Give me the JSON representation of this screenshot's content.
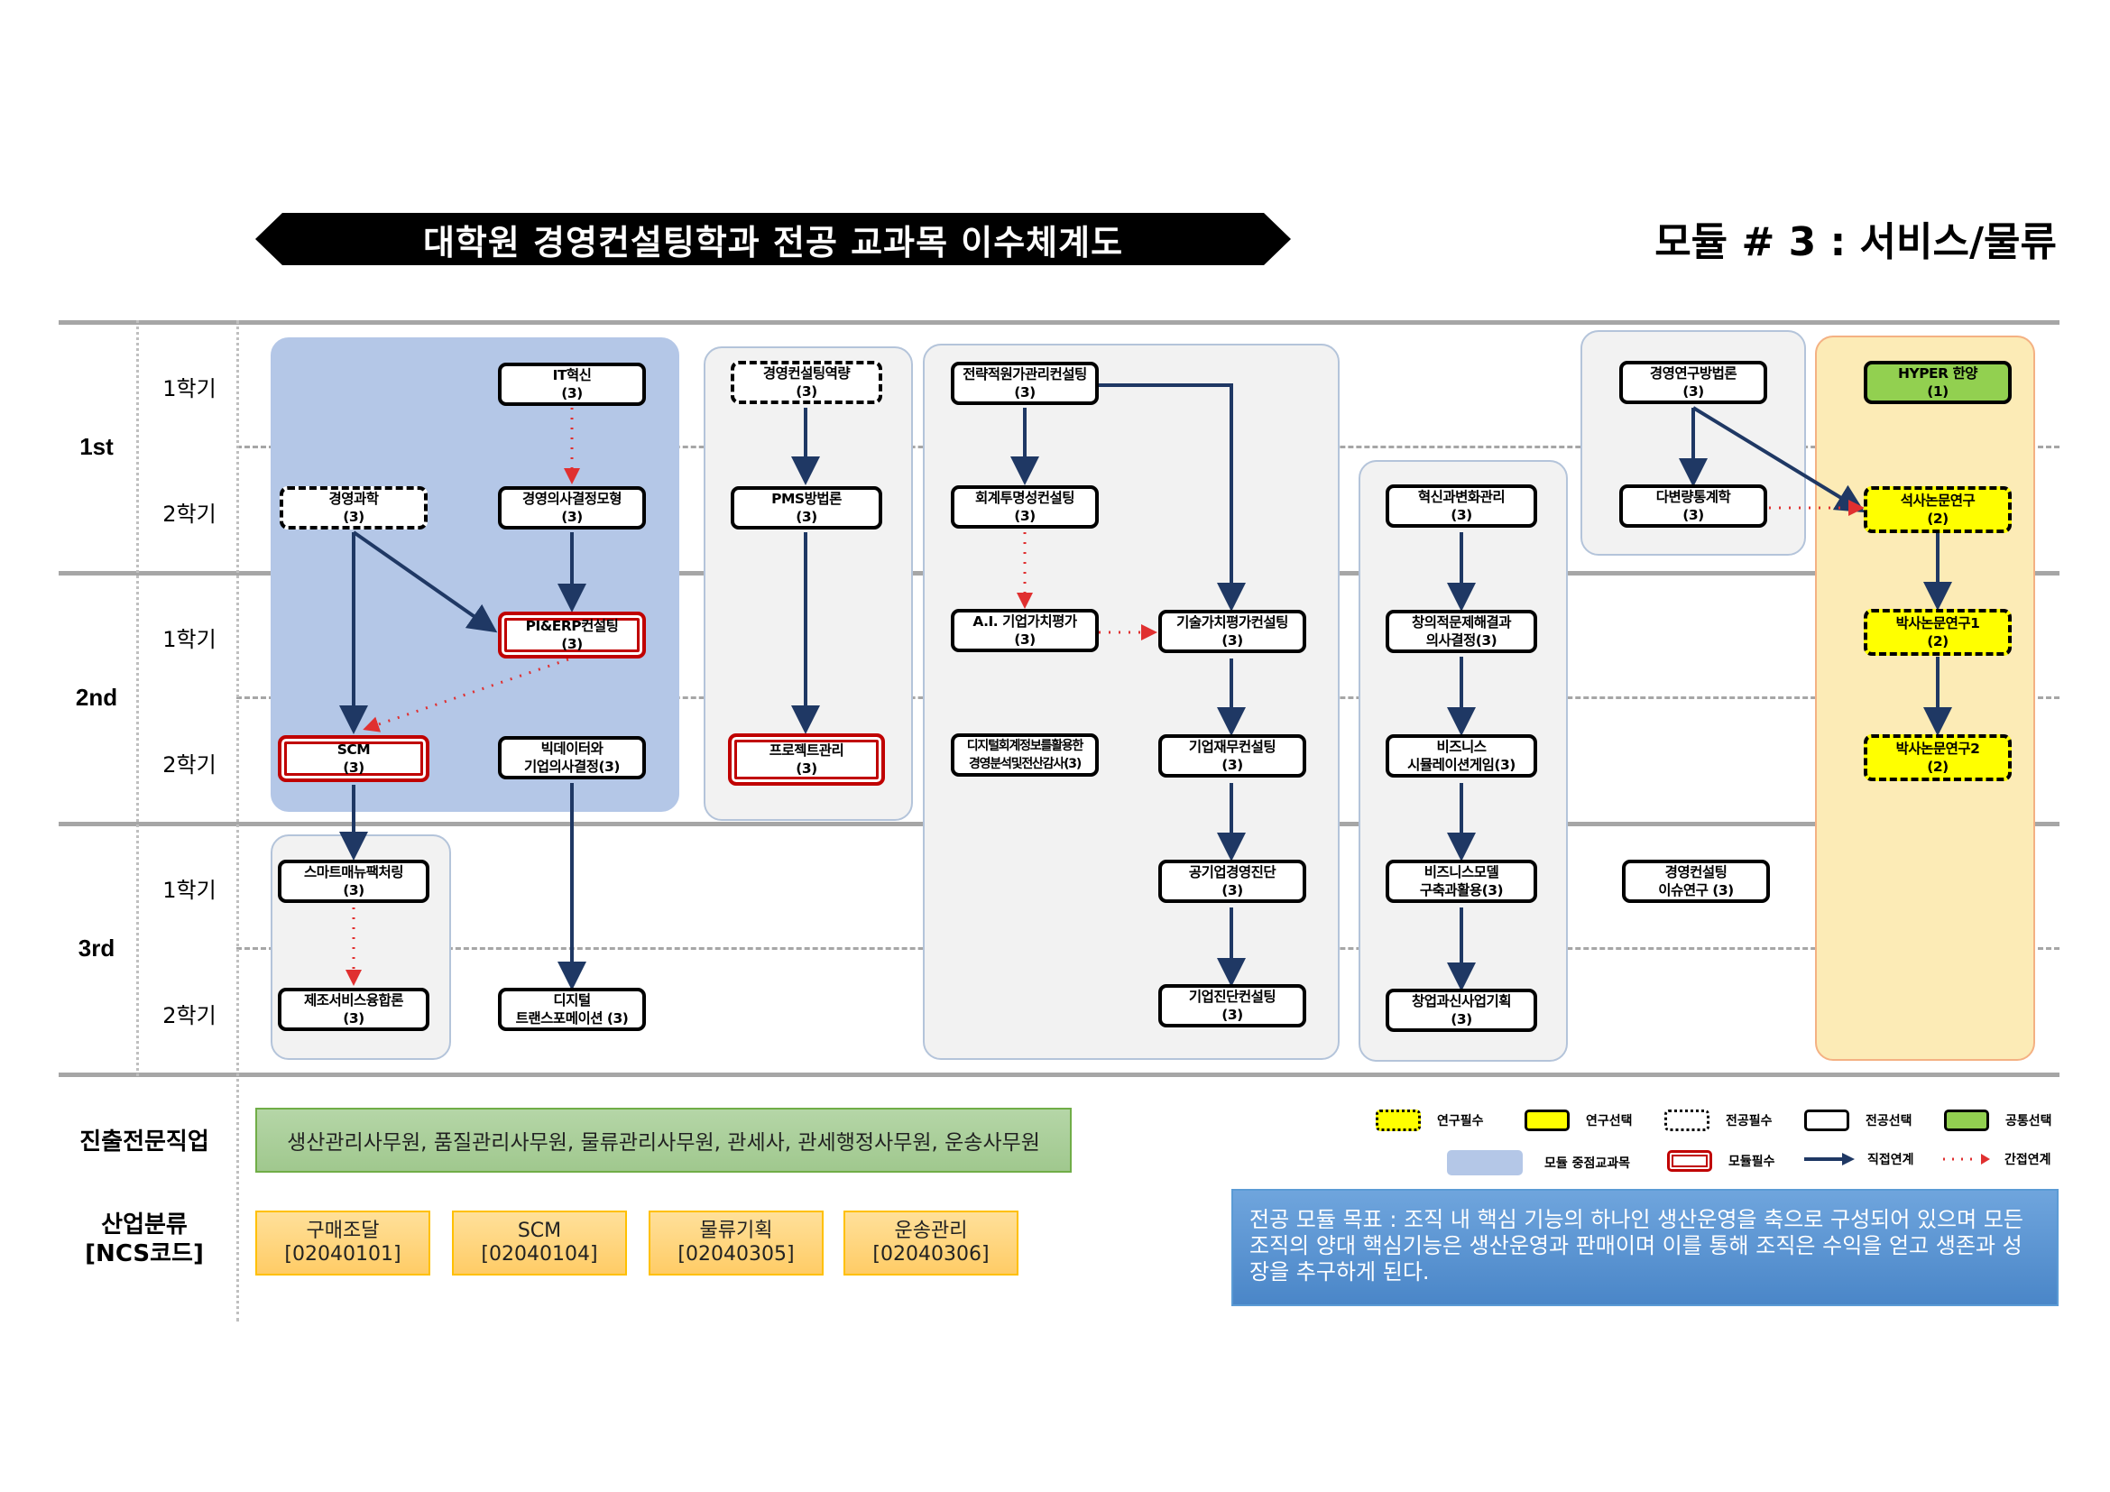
{
  "header": {
    "title": "대학원 경영컨설팅학과  전공 교과목 이수체계도",
    "module_title": "모듈 # 3 : 서비스/물류"
  },
  "timeline": {
    "years": [
      "1st",
      "2nd",
      "3rd"
    ],
    "semesters": [
      "1학기",
      "2학기",
      "1학기",
      "2학기",
      "1학기",
      "2학기"
    ]
  },
  "courses": {
    "it_innovation": {
      "name": "IT혁신",
      "credit": "(3)",
      "type": "전공선택"
    },
    "mgmt_science": {
      "name": "경영과학",
      "credit": "(3)",
      "type": "전공필수"
    },
    "decision_model": {
      "name": "경영의사결정모형",
      "credit": "(3)",
      "type": "전공선택"
    },
    "pi_erp": {
      "name": "PI&ERP컨설팅",
      "credit": "(3)",
      "type": "모듈필수"
    },
    "scm": {
      "name": "SCM",
      "credit": "(3)",
      "type": "모듈필수"
    },
    "bigdata": {
      "name": "빅데이터와",
      "name2": "기업의사결정(3)",
      "type": "전공선택"
    },
    "smart_mfg": {
      "name": "스마트매뉴팩처링",
      "credit": "(3)",
      "type": "전공선택"
    },
    "mfg_service": {
      "name": "제조서비스융합론",
      "credit": "(3)",
      "type": "전공선택"
    },
    "digital_tx": {
      "name": "디지털",
      "name2": "트랜스포메이션 (3)",
      "type": "전공선택"
    },
    "consulting_competency": {
      "name": "경영컨설팅역량",
      "credit": "(3)",
      "type": "전공필수"
    },
    "pms": {
      "name": "PMS방법론",
      "credit": "(3)",
      "type": "전공선택"
    },
    "project_mgmt": {
      "name": "프로젝트관리",
      "credit": "(3)",
      "type": "모듈필수"
    },
    "strategic_cost": {
      "name": "전략적원가관리컨설팅",
      "credit": "(3)",
      "type": "전공선택"
    },
    "accounting_transparency": {
      "name": "회계투명성컨설팅",
      "credit": "(3)",
      "type": "전공선택"
    },
    "ai_valuation": {
      "name": "A.I. 기업가치평가",
      "credit": "(3)",
      "type": "전공선택"
    },
    "digital_accounting": {
      "name": "디지털회계정보를활용한",
      "name2": "경영분석및전산감사(3)",
      "type": "전공선택"
    },
    "tech_valuation": {
      "name": "기술가치평가컨설팅",
      "credit": "(3)",
      "type": "전공선택"
    },
    "corp_finance": {
      "name": "기업재무컨설팅",
      "credit": "(3)",
      "type": "전공선택"
    },
    "public_diagnosis": {
      "name": "공기업경영진단",
      "credit": "(3)",
      "type": "전공선택"
    },
    "corp_diagnosis": {
      "name": "기업진단컨설팅",
      "credit": "(3)",
      "type": "전공선택"
    },
    "innovation_change": {
      "name": "혁신과변화관리",
      "credit": "(3)",
      "type": "전공선택"
    },
    "creative_problem": {
      "name": "창의적문제해결과",
      "name2": "의사결정(3)",
      "type": "전공선택"
    },
    "biz_simulation": {
      "name": "비즈니스",
      "name2": "시뮬레이션게임(3)",
      "type": "전공선택"
    },
    "biz_model": {
      "name": "비즈니스모델",
      "name2": "구축과활용(3)",
      "type": "전공선택"
    },
    "startup": {
      "name": "창업과신사업기획",
      "credit": "(3)",
      "type": "전공선택"
    },
    "research_method": {
      "name": "경영연구방법론",
      "credit": "(3)",
      "type": "전공선택"
    },
    "multivariate": {
      "name": "다변량통계학",
      "credit": "(3)",
      "type": "전공선택"
    },
    "consulting_issues": {
      "name": "경영컨설팅",
      "name2": "이슈연구 (3)",
      "type": "전공선택"
    },
    "hyper": {
      "name": "HYPER 한양",
      "credit": "(1)",
      "type": "공통선택"
    },
    "masters_thesis": {
      "name": "석사논문연구",
      "credit": "(2)",
      "type": "연구필수"
    },
    "phd_thesis1": {
      "name": "박사논문연구1",
      "credit": "(2)",
      "type": "연구필수"
    },
    "phd_thesis2": {
      "name": "박사논문연구2",
      "credit": "(2)",
      "type": "연구필수"
    }
  },
  "links": {
    "direct": [
      [
        "mgmt_science",
        "scm"
      ],
      [
        "mgmt_science",
        "pi_erp"
      ],
      [
        "decision_model",
        "pi_erp"
      ],
      [
        "scm",
        "smart_mfg"
      ],
      [
        "bigdata",
        "digital_tx"
      ],
      [
        "consulting_competency",
        "pms"
      ],
      [
        "pms",
        "project_mgmt"
      ],
      [
        "strategic_cost",
        "accounting_transparency"
      ],
      [
        "strategic_cost",
        "tech_valuation"
      ],
      [
        "tech_valuation",
        "corp_finance"
      ],
      [
        "corp_finance",
        "public_diagnosis"
      ],
      [
        "public_diagnosis",
        "corp_diagnosis"
      ],
      [
        "innovation_change",
        "creative_problem"
      ],
      [
        "creative_problem",
        "biz_simulation"
      ],
      [
        "biz_simulation",
        "biz_model"
      ],
      [
        "biz_model",
        "startup"
      ],
      [
        "research_method",
        "multivariate"
      ],
      [
        "research_method",
        "masters_thesis"
      ],
      [
        "masters_thesis",
        "phd_thesis1"
      ],
      [
        "phd_thesis1",
        "phd_thesis2"
      ]
    ],
    "indirect": [
      [
        "it_innovation",
        "decision_model"
      ],
      [
        "pi_erp",
        "scm"
      ],
      [
        "smart_mfg",
        "mfg_service"
      ],
      [
        "accounting_transparency",
        "ai_valuation"
      ],
      [
        "ai_valuation",
        "tech_valuation"
      ],
      [
        "multivariate",
        "masters_thesis"
      ]
    ]
  },
  "bottom": {
    "jobs_label": "진출전문직업",
    "jobs": "생산관리사무원, 품질관리사무원, 물류관리사무원, 관세사, 관세행정사무원, 운송사무원",
    "ncs_label_1": "산업분류",
    "ncs_label_2": "[NCS코드]",
    "ncs": [
      {
        "name": "구매조달",
        "code": "[02040101]"
      },
      {
        "name": "SCM",
        "code": "[02040104]"
      },
      {
        "name": "물류기획",
        "code": "[02040305]"
      },
      {
        "name": "운송관리",
        "code": "[02040306]"
      }
    ],
    "goal": "전공 모듈 목표 : 조직 내 핵심 기능의 하나인 생산운영을 축으로 구성되어 있으며 모든 조직의 양대 핵심기능은 생산운영과 판매이며 이를 통해 조직은 수익을 얻고 생존과 성장을 추구하게 된다."
  },
  "legend": {
    "research_required": "연구필수",
    "research_elective": "연구선택",
    "major_required": "전공필수",
    "major_elective": "전공선택",
    "common_elective": "공통선택",
    "module_focus": "모듈 중점교과목",
    "module_required": "모듈필수",
    "direct_link": "직접연계",
    "indirect_link": "간접연계"
  },
  "colors": {
    "direct_link": "#1f3864",
    "indirect_link": "#c00000",
    "module_focus_bg": "#b4c7e7",
    "research_bg": "#ffff00",
    "common_bg": "#92d050",
    "module_required_border": "#c00000",
    "goal_bg": "#5b9bd5"
  }
}
